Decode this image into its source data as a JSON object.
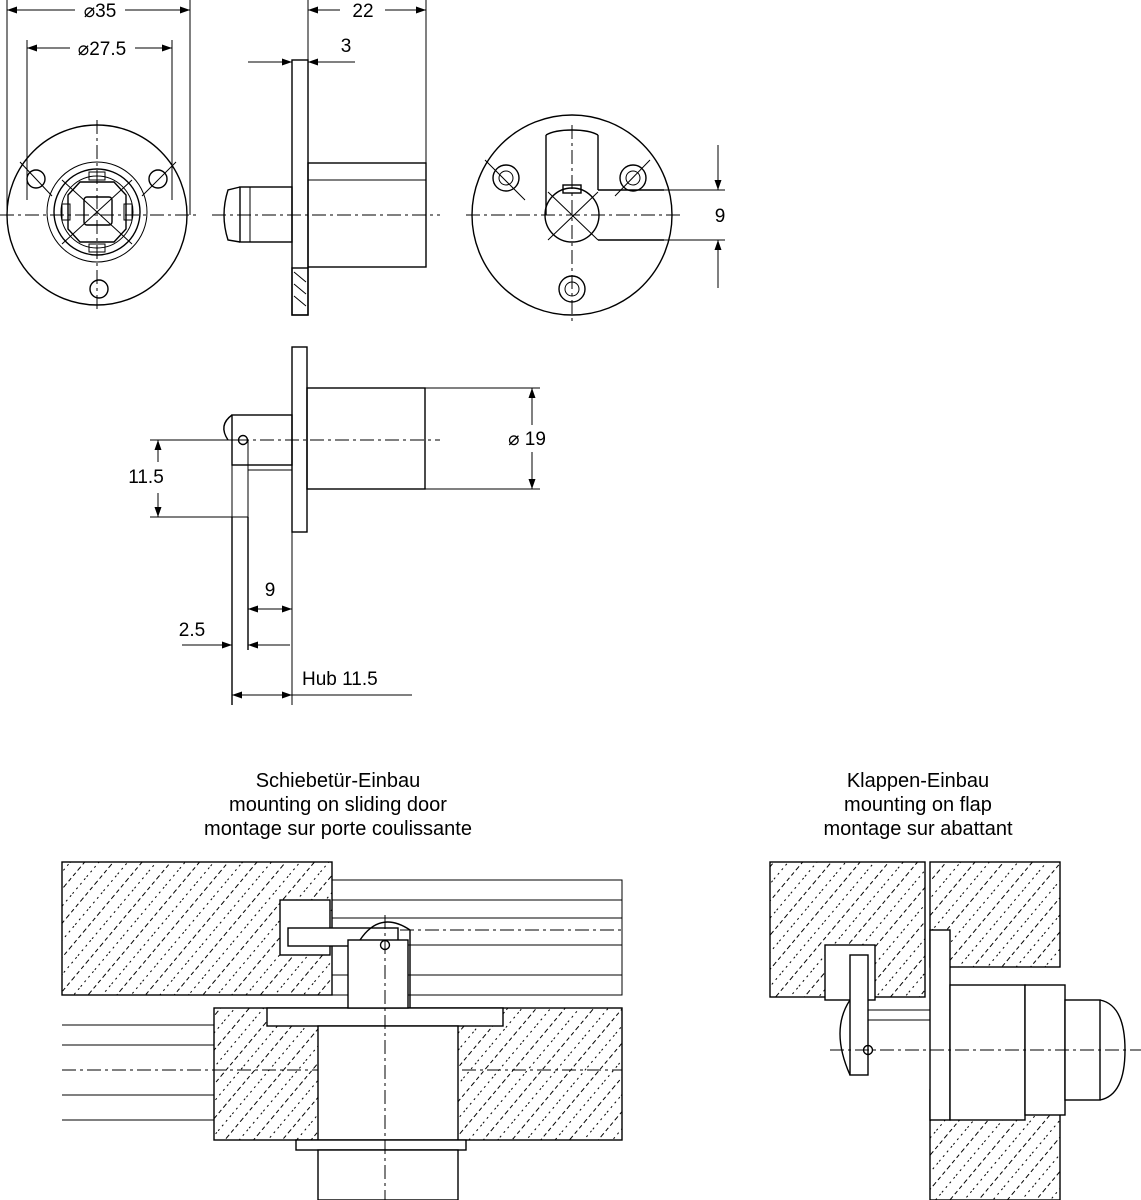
{
  "dimensions": {
    "dia_35": "⌀35",
    "dia_27_5": "⌀27.5",
    "width_22": "22",
    "flange_3": "3",
    "offset_9_side": "9",
    "dia_19": "⌀ 19",
    "height_11_5": "11.5",
    "bolt_9": "9",
    "gap_2_5": "2.5",
    "stroke": "Hub 11.5"
  },
  "captions": {
    "sliding": {
      "de": "Schiebetür-Einbau",
      "en": "mounting on sliding door",
      "fr": "montage sur porte coulissante"
    },
    "flap": {
      "de": "Klappen-Einbau",
      "en": "mounting on flap",
      "fr": "montage sur abattant"
    }
  }
}
